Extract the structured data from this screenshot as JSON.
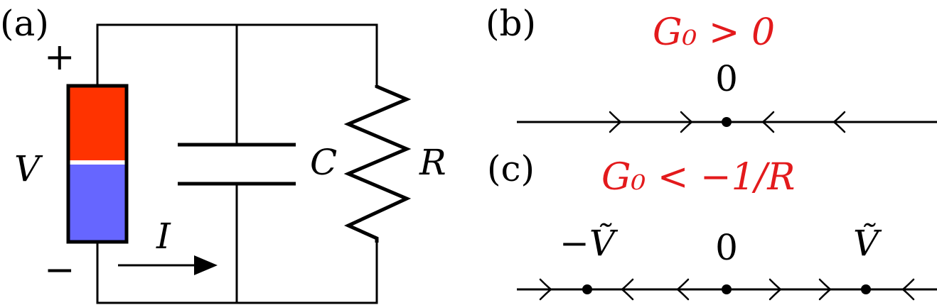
{
  "panels": {
    "a": {
      "label": "(a)",
      "battery_plus": "+",
      "battery_minus": "−",
      "voltage_label": "V",
      "current_label": "I",
      "capacitor_label": "C",
      "resistor_label": "R"
    },
    "b": {
      "label": "(b)",
      "condition": "G₀ > 0",
      "fixed_points": [
        {
          "label": "0",
          "position": 0
        }
      ]
    },
    "c": {
      "label": "(c)",
      "condition": "G₀ < −1/R",
      "fixed_points": [
        {
          "label": "−Ṽ",
          "position": -1
        },
        {
          "label": "0",
          "position": 0
        },
        {
          "label": "Ṽ",
          "position": 1
        }
      ]
    }
  },
  "colors": {
    "ink": "#000000",
    "accent": "#e31a1c",
    "battery_top": "#ff3300",
    "battery_bottom": "#6666ff"
  }
}
